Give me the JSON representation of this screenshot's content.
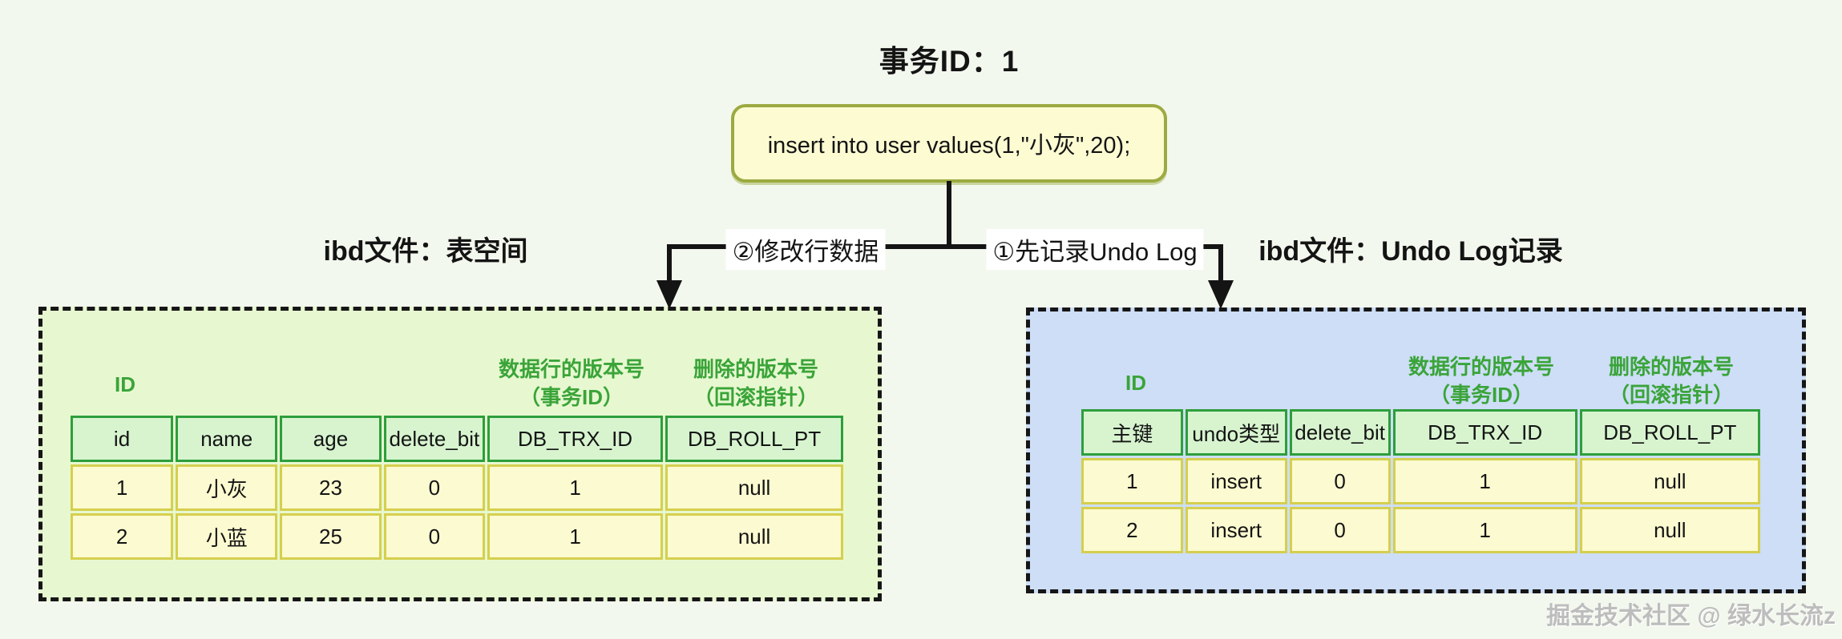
{
  "page": {
    "background": "#f3f8ee",
    "watermark": "掘金技术社区 @ 绿水长流z"
  },
  "title": "事务ID：1",
  "sql_box": {
    "text": "insert into user values(1,\"小灰\",20);",
    "fill": "#fcfbd2",
    "border_color": "#9caa41"
  },
  "edges": {
    "left_label": "②修改行数据",
    "right_label": "①先记录Undo Log",
    "line_color": "#141414"
  },
  "left_panel": {
    "title": "ibd文件：表空间",
    "fill": "#e7f8d0",
    "annotations": {
      "id_label": "ID",
      "version_line1": "数据行的版本号",
      "version_line2": "（事务ID）",
      "delete_line1": "删除的版本号",
      "delete_line2": "（回滚指针）"
    },
    "table": {
      "headers": [
        "id",
        "name",
        "age",
        "delete_bit",
        "DB_TRX_ID",
        "DB_ROLL_PT"
      ],
      "rows": [
        [
          "1",
          "小灰",
          "23",
          "0",
          "1",
          "null"
        ],
        [
          "2",
          "小蓝",
          "25",
          "0",
          "1",
          "null"
        ]
      ]
    }
  },
  "right_panel": {
    "title": "ibd文件：Undo Log记录",
    "fill": "#cddef6",
    "annotations": {
      "id_label": "ID",
      "version_line1": "数据行的版本号",
      "version_line2": "（事务ID）",
      "delete_line1": "删除的版本号",
      "delete_line2": "（回滚指针）"
    },
    "table": {
      "headers": [
        "主键",
        "undo类型",
        "delete_bit",
        "DB_TRX_ID",
        "DB_ROLL_PT"
      ],
      "rows": [
        [
          "1",
          "insert",
          "0",
          "1",
          "null"
        ],
        [
          "2",
          "insert",
          "0",
          "1",
          "null"
        ]
      ]
    }
  },
  "colors": {
    "header_cell_fill": "#d7f4cf",
    "header_cell_border": "#2e9e3c",
    "data_cell_fill": "#fcfad0",
    "data_cell_border": "#d5cf4e",
    "annotation_green": "#3aa439"
  }
}
